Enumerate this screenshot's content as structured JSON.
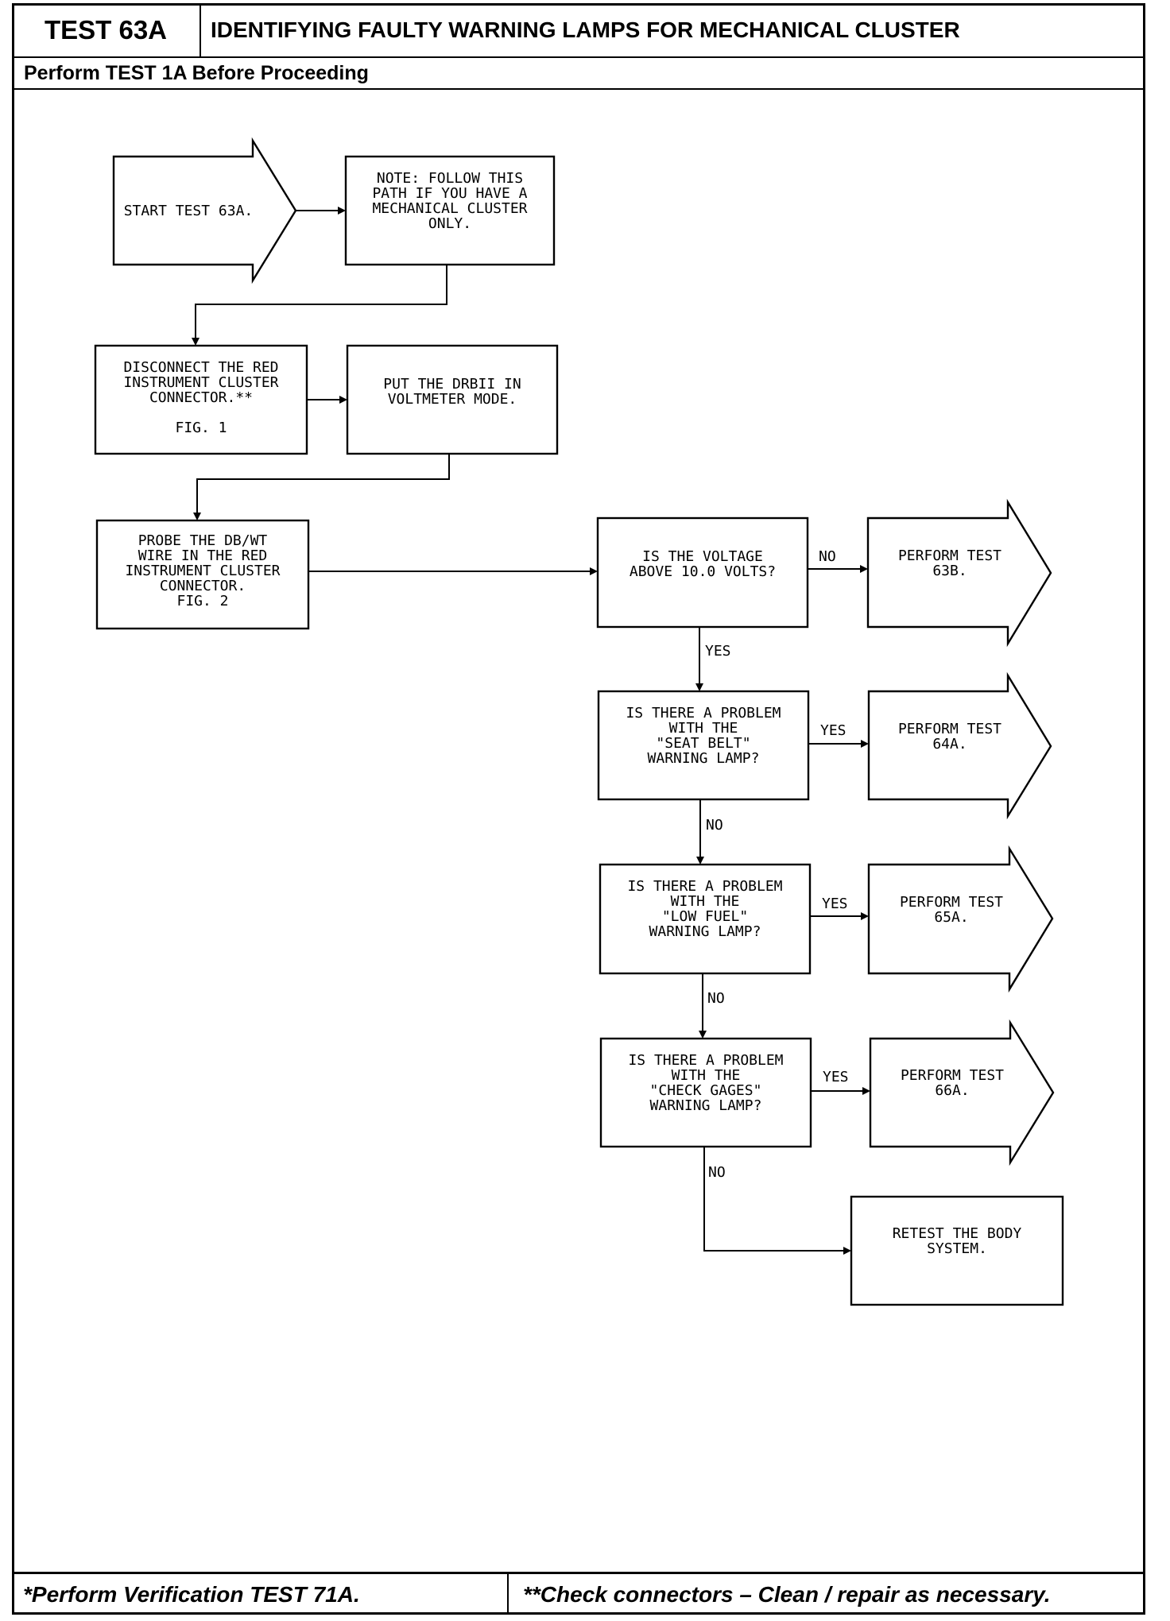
{
  "header": {
    "test_id": "TEST 63A",
    "title": "IDENTIFYING FAULTY WARNING LAMPS FOR MECHANICAL CLUSTER",
    "prerequisite": "Perform TEST 1A Before Proceeding"
  },
  "flow": {
    "start": [
      "START TEST 63A."
    ],
    "note": [
      "NOTE: FOLLOW THIS",
      "PATH IF YOU HAVE A",
      "MECHANICAL CLUSTER",
      "ONLY."
    ],
    "disconnect": [
      "DISCONNECT THE RED",
      "INSTRUMENT CLUSTER",
      "CONNECTOR.**",
      "",
      "FIG. 1"
    ],
    "voltmeter": [
      "PUT THE DRBII IN",
      "VOLTMETER MODE."
    ],
    "probe": [
      "PROBE THE DB/WT",
      "WIRE IN THE RED",
      "INSTRUMENT CLUSTER",
      "CONNECTOR.",
      "FIG. 2"
    ],
    "q_voltage": [
      "IS THE VOLTAGE",
      "ABOVE 10.0 VOLTS?"
    ],
    "q_seat_belt": [
      "IS THERE A PROBLEM",
      "WITH THE",
      "\"SEAT BELT\"",
      "WARNING LAMP?"
    ],
    "q_low_fuel": [
      "IS THERE A PROBLEM",
      "WITH THE",
      "\"LOW FUEL\"",
      "WARNING LAMP?"
    ],
    "q_check_gages": [
      "IS THERE A PROBLEM",
      "WITH THE",
      "\"CHECK GAGES\"",
      "WARNING LAMP?"
    ],
    "perform_63b": [
      "PERFORM TEST",
      "63B."
    ],
    "perform_64a": [
      "PERFORM TEST",
      "64A."
    ],
    "perform_65a": [
      "PERFORM TEST",
      "65A."
    ],
    "perform_66a": [
      "PERFORM TEST",
      "66A."
    ],
    "retest": [
      "RETEST THE BODY",
      "SYSTEM."
    ],
    "labels": {
      "voltage_no": "NO",
      "voltage_yes": "YES",
      "seat_belt_yes": "YES",
      "seat_belt_no": "NO",
      "low_fuel_yes": "YES",
      "low_fuel_no": "NO",
      "check_gages_yes": "YES",
      "check_gages_no": "NO"
    }
  },
  "footer": {
    "left": "*Perform Verification TEST 71A.",
    "right": "**Check connectors – Clean / repair as necessary."
  }
}
